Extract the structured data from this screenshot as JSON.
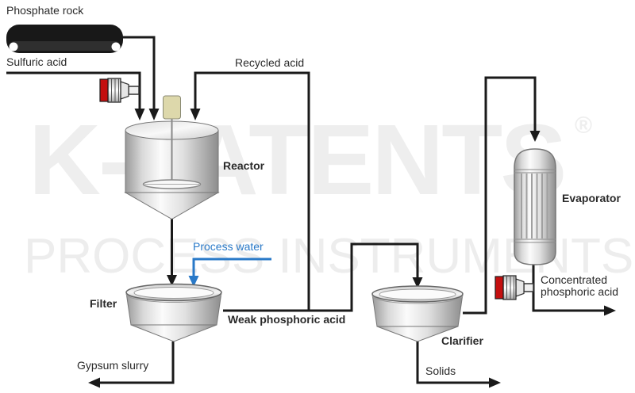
{
  "diagram": {
    "watermark": {
      "line1": "K-PATENTS",
      "registered": "®",
      "line2": "PROCESS INSTRUMENTS"
    },
    "equipment": {
      "conveyor": {
        "label": "Phosphate rock",
        "type": "belt-conveyor"
      },
      "reactor": {
        "label": "Reactor",
        "type": "stirred-tank"
      },
      "filter": {
        "label": "Filter",
        "type": "open-bowl"
      },
      "clarifier": {
        "label": "Clarifier",
        "type": "open-bowl"
      },
      "evaporator": {
        "label": "Evaporator",
        "type": "tube-vessel"
      }
    },
    "streams": {
      "sulfuric_acid": {
        "label": "Sulfuric acid"
      },
      "recycled_acid": {
        "label": "Recycled acid"
      },
      "process_water": {
        "label": "Process water",
        "color": "#2979c8"
      },
      "weak_phosphoric_acid": {
        "label": "Weak phosphoric acid"
      },
      "gypsum_slurry": {
        "label": "Gypsum slurry"
      },
      "solids": {
        "label": "Solids"
      },
      "concentrated_phosphoric_acid": {
        "label": "Concentrated\nphosphoric acid"
      }
    },
    "sensors": [
      {
        "name": "inline-refractometer-on-sulfuric-acid-line"
      },
      {
        "name": "inline-refractometer-on-concentrated-acid-line"
      }
    ],
    "colors": {
      "line": "#1a1a1a",
      "process_water_blue": "#2979c8",
      "sensor_red": "#c40f0f",
      "watermark_gray": "#ededed",
      "vessel_gray": "#d9d9d9"
    }
  }
}
